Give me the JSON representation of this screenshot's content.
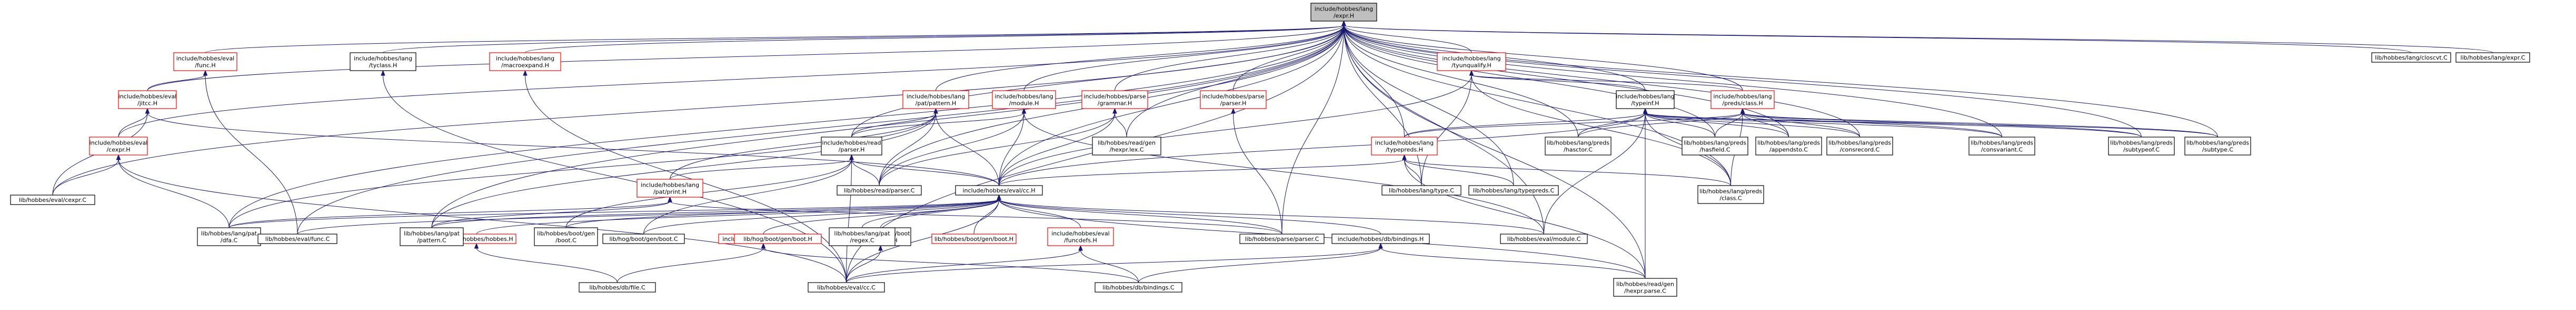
{
  "diagram": {
    "type": "include-dependency-graph",
    "colors": {
      "root_fill": "#bfbfbf",
      "red_border": "#ff0000",
      "edge": "#191970",
      "border": "#000000"
    },
    "nodes": [
      {
        "id": "root",
        "lines": [
          "include/hobbes/lang",
          "/expr.H"
        ],
        "style": "root"
      },
      {
        "id": "eval_func",
        "lines": [
          "include/hobbes/eval",
          "/func.H"
        ],
        "style": "red"
      },
      {
        "id": "lang_tyclass",
        "lines": [
          "include/hobbes/lang",
          "/tyclass.H"
        ],
        "style": "normal"
      },
      {
        "id": "lang_macroexpand",
        "lines": [
          "include/hobbes/lang",
          "/macroexpand.H"
        ],
        "style": "red"
      },
      {
        "id": "lang_module",
        "lines": [
          "include/hobbes/lang",
          "/module.H"
        ],
        "style": "red"
      },
      {
        "id": "parse_grammar",
        "lines": [
          "include/hobbes/parse",
          "/grammar.H"
        ],
        "style": "red"
      },
      {
        "id": "parse_parser",
        "lines": [
          "include/hobbes/parse",
          "/parser.H"
        ],
        "style": "red"
      },
      {
        "id": "lang_tyunqualify",
        "lines": [
          "include/hobbes/lang",
          "/tyunqualify.H"
        ],
        "style": "red"
      },
      {
        "id": "lang_preds_class",
        "lines": [
          "include/hobbes/lang",
          "/preds/class.H"
        ],
        "style": "red"
      },
      {
        "id": "eval_jitcc",
        "lines": [
          "include/hobbes/eval",
          "/jitcc.H"
        ],
        "style": "red"
      },
      {
        "id": "lang_pat_pattern",
        "lines": [
          "include/hobbes/lang",
          "/pat/pattern.H"
        ],
        "style": "red"
      },
      {
        "id": "lang_typeinf",
        "lines": [
          "include/hobbes/lang",
          "/typeinf.H"
        ],
        "style": "normal"
      },
      {
        "id": "eval_cexpr",
        "lines": [
          "include/hobbes/eval",
          "/cexpr.H"
        ],
        "style": "red"
      },
      {
        "id": "read_parser",
        "lines": [
          "include/hobbes/read",
          "/parser.H"
        ],
        "style": "normal"
      },
      {
        "id": "lang_typepreds",
        "lines": [
          "include/hobbes/lang",
          "/typepreds.H"
        ],
        "style": "red"
      },
      {
        "id": "lang_pat_print",
        "lines": [
          "include/hobbes/lang",
          "/pat/print.H"
        ],
        "style": "red"
      },
      {
        "id": "eval_cc",
        "lines": [
          "include/hobbes/eval/cc.H"
        ],
        "style": "normal"
      },
      {
        "id": "hobbes_h",
        "lines": [
          "include/hobbes/hobbes.H"
        ],
        "style": "red"
      },
      {
        "id": "db_signals",
        "lines": [
          "include/hobbes/db/signals.H"
        ],
        "style": "red"
      },
      {
        "id": "boot_gen_boot",
        "lines": [
          "include/hobbes/boot",
          "/gen/boot.H"
        ],
        "style": "normal"
      },
      {
        "id": "boot_gen_boot_h",
        "lines": [
          "lib/hobbes/boot/gen/boot.H"
        ],
        "style": "red"
      },
      {
        "id": "eval_funcdefs",
        "lines": [
          "include/hobbes/eval",
          "/funcdefs.H"
        ],
        "style": "red"
      },
      {
        "id": "db_bindings",
        "lines": [
          "include/hobbes/db/bindings.H"
        ],
        "style": "normal"
      },
      {
        "id": "src_closcvt",
        "lines": [
          "lib/hobbes/lang/closcvt.C"
        ],
        "style": "normal"
      },
      {
        "id": "src_expr",
        "lines": [
          "lib/hobbes/lang/expr.C"
        ],
        "style": "normal"
      },
      {
        "id": "src_cexpr",
        "lines": [
          "lib/hobbes/eval/cexpr.C"
        ],
        "style": "normal"
      },
      {
        "id": "src_read_lexer",
        "lines": [
          "lib/hobbes/read/gen",
          "/hexpr.lex.C"
        ],
        "style": "normal"
      },
      {
        "id": "src_hasctor",
        "lines": [
          "lib/hobbes/lang/preds",
          "/hasctor.C"
        ],
        "style": "normal"
      },
      {
        "id": "src_hasfield",
        "lines": [
          "lib/hobbes/lang/preds",
          "/hasfield.C"
        ],
        "style": "normal"
      },
      {
        "id": "src_appendsto",
        "lines": [
          "lib/hobbes/lang/preds",
          "/appendsto.C"
        ],
        "style": "normal"
      },
      {
        "id": "src_consrecord",
        "lines": [
          "lib/hobbes/lang/preds",
          "/consrecord.C"
        ],
        "style": "normal"
      },
      {
        "id": "src_consvariant",
        "lines": [
          "lib/hobbes/lang/preds",
          "/consvariant.C"
        ],
        "style": "normal"
      },
      {
        "id": "src_subtypeoff",
        "lines": [
          "lib/hobbes/lang/preds",
          "/subtypeof.C"
        ],
        "style": "normal"
      },
      {
        "id": "src_subtype",
        "lines": [
          "lib/hobbes/lang/preds",
          "/subtype.C"
        ],
        "style": "normal"
      },
      {
        "id": "src_read_parser",
        "lines": [
          "lib/hobbes/read/parser.C"
        ],
        "style": "normal"
      },
      {
        "id": "src_class",
        "lines": [
          "lib/hobbes/lang/preds",
          "/class.C"
        ],
        "style": "normal"
      },
      {
        "id": "src_pat_dfa",
        "lines": [
          "lib/hobbes/lang/pat",
          "/dfa.C"
        ],
        "style": "normal"
      },
      {
        "id": "src_func",
        "lines": [
          "lib/hobbes/eval/func.C"
        ],
        "style": "normal"
      },
      {
        "id": "src_pat_pattern",
        "lines": [
          "lib/hobbes/lang/pat",
          "/pattern.C"
        ],
        "style": "normal"
      },
      {
        "id": "src_boot_gen",
        "lines": [
          "lib/hobbes/boot/gen",
          "/boot.C"
        ],
        "style": "normal"
      },
      {
        "id": "src_hog_boot",
        "lines": [
          "lib/hog/boot/gen/boot.C"
        ],
        "style": "normal"
      },
      {
        "id": "src_pat_regex",
        "lines": [
          "lib/hobbes/lang/pat",
          "/regex.C"
        ],
        "style": "normal"
      },
      {
        "id": "src_type",
        "lines": [
          "lib/hobbes/lang/type.C"
        ],
        "style": "normal"
      },
      {
        "id": "src_typepreds",
        "lines": [
          "lib/hobbes/lang/typepreds.C"
        ],
        "style": "normal"
      },
      {
        "id": "src_parse_parser",
        "lines": [
          "lib/hobbes/parse/parser.C"
        ],
        "style": "normal"
      },
      {
        "id": "src_module",
        "lines": [
          "lib/hobbes/eval/module.C"
        ],
        "style": "normal"
      },
      {
        "id": "src_hog_boot_h",
        "lines": [
          "lib/hog/boot/gen/boot.H"
        ],
        "style": "red"
      },
      {
        "id": "src_db_file",
        "lines": [
          "lib/hobbes/db/file.C"
        ],
        "style": "normal"
      },
      {
        "id": "src_cc",
        "lines": [
          "lib/hobbes/eval/cc.C"
        ],
        "style": "normal"
      },
      {
        "id": "src_bindings",
        "lines": [
          "lib/hobbes/db/bindings.C"
        ],
        "style": "normal"
      },
      {
        "id": "src_hexpr_parse",
        "lines": [
          "lib/hobbes/read/gen",
          "/hexpr.parse.C"
        ],
        "style": "normal"
      }
    ]
  }
}
